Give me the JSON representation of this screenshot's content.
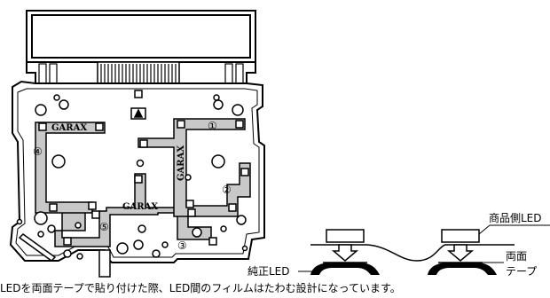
{
  "pcb": {
    "brand_marks": [
      "GARAX",
      "GARAX",
      "GARAX"
    ],
    "markers": [
      "①",
      "②",
      "③",
      "④",
      "⑤"
    ]
  },
  "detail": {
    "label_product_led": "商品側LED",
    "label_tape_line1": "両面",
    "label_tape_line2": "テープ",
    "label_genuine_led": "純正LED"
  },
  "caption": "LEDを両面テープで貼り付けた際、LED間のフィルムはたわむ設計になっています。"
}
